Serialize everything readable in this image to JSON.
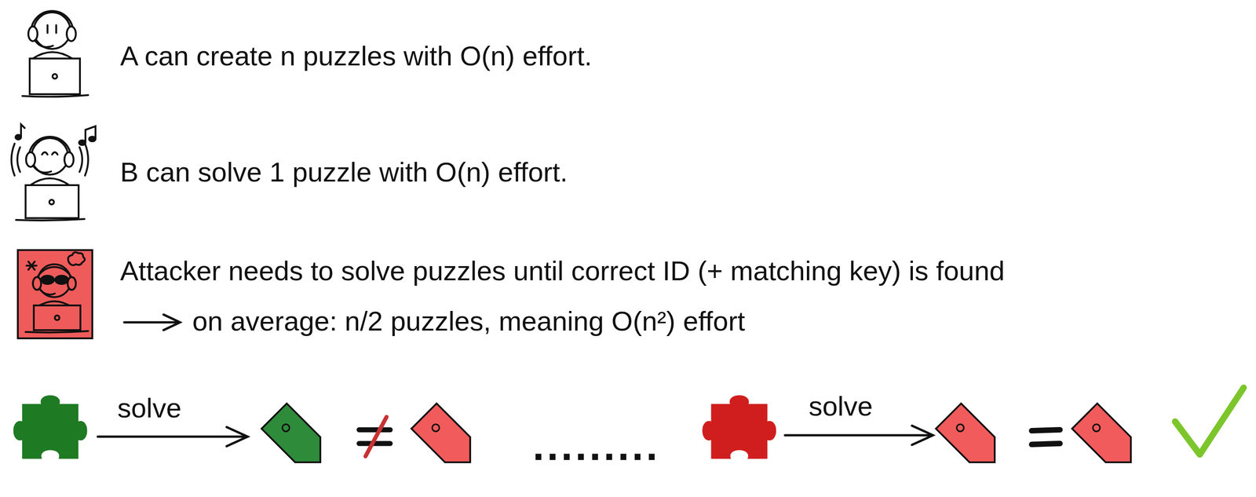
{
  "diagram": {
    "labels": [
      "A can create n puzzles with O(n) effort.",
      "B can solve 1 puzzle with O(n) effort.",
      "Attacker needs to solve puzzles until correct ID (+ matching key) is found",
      "on average: n/2 puzzles, meaning O(n²) effort",
      "solve",
      ".........",
      "solve"
    ]
  }
}
